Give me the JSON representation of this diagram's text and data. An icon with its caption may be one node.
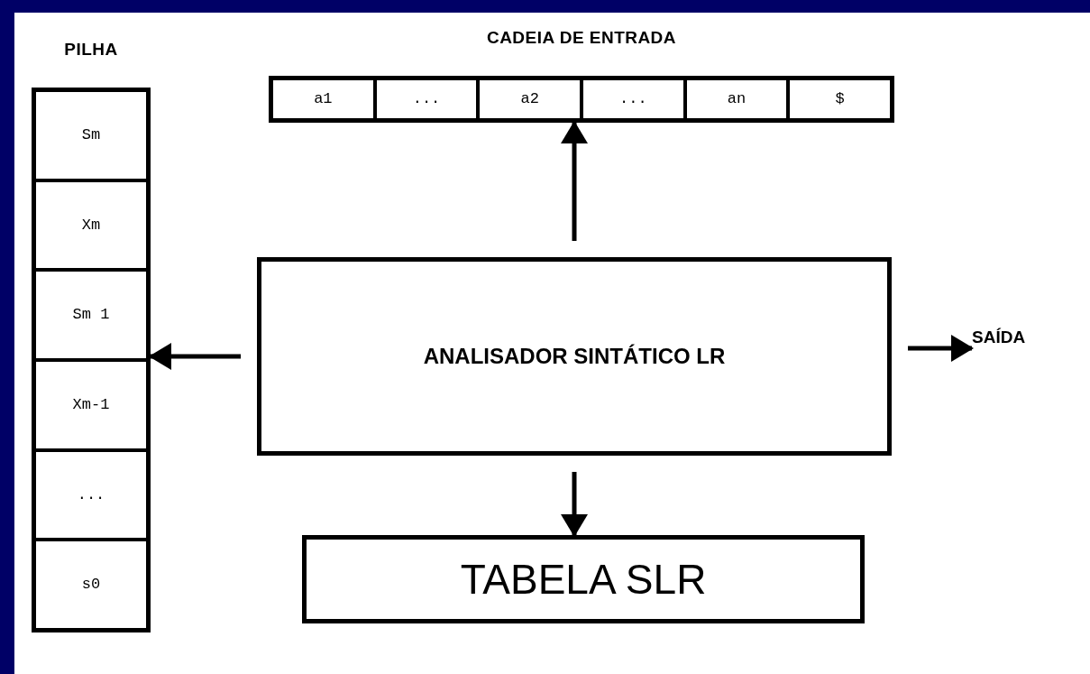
{
  "diagram": {
    "nodes": [
      {
        "text": [
          "PILHA"
        ]
      },
      {
        "text": [
          "Sm"
        ],
        "in": 0
      },
      {
        "text": [
          "Xm"
        ],
        "in": 0
      },
      {
        "text": [
          "Sm 1"
        ],
        "in": 0
      },
      {
        "text": [
          "Xm-1"
        ],
        "in": 0
      },
      {
        "text": [
          "..."
        ],
        "in": 0
      },
      {
        "text": [
          "s0"
        ],
        "in": 0
      },
      {
        "text": [
          "CADEIA DE ENTRADA"
        ]
      },
      {
        "text": [
          "a1"
        ],
        "in": 7
      },
      {
        "text": [
          "..."
        ],
        "in": 7
      },
      {
        "text": [
          "a2"
        ],
        "in": 7
      },
      {
        "text": [
          "..."
        ],
        "in": 7
      },
      {
        "text": [
          "an"
        ],
        "in": 7
      },
      {
        "text": [
          "$"
        ],
        "in": 7
      },
      {
        "text": [
          "ANALISADOR SINTÁTICO LR"
        ]
      },
      {
        "text": [
          "TABELA SLR"
        ]
      },
      {
        "text": [
          "SAÍDA"
        ]
      }
    ],
    "edges": [
      {
        "from": 14,
        "to": 7,
        "arrow": "to"
      },
      {
        "from": 14,
        "to": 0,
        "arrow": "to"
      },
      {
        "from": 14,
        "to": 16,
        "arrow": "to"
      },
      {
        "from": 14,
        "to": 15,
        "arrow": "to"
      }
    ]
  }
}
